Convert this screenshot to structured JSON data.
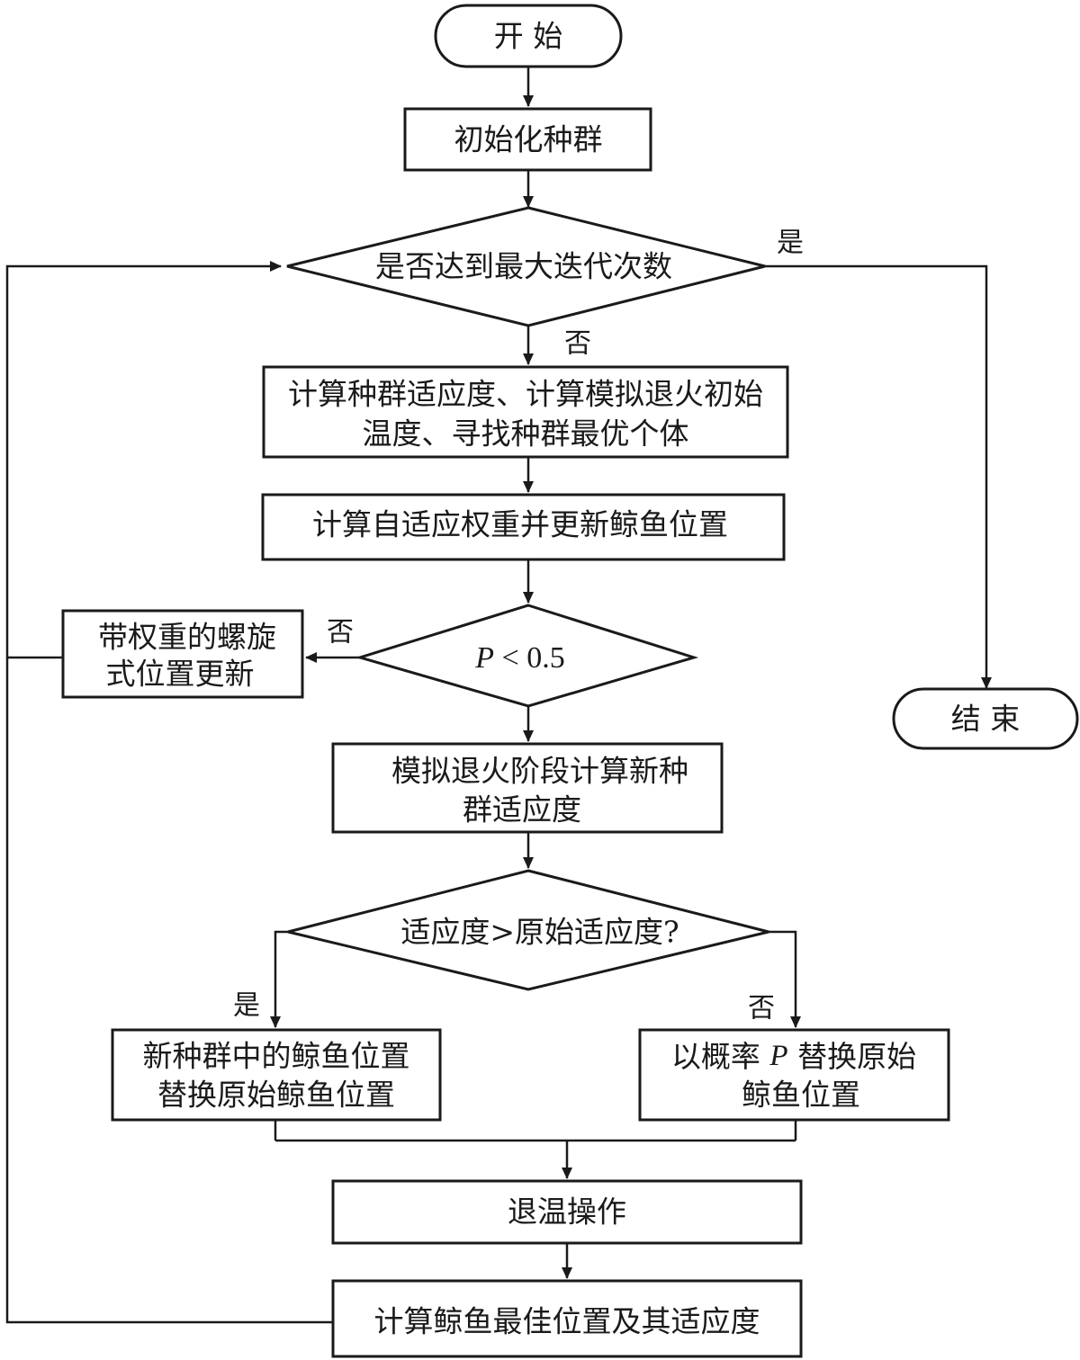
{
  "nodes": {
    "start": "开 始",
    "init": "初始化种群",
    "max_iter": "是否达到最大迭代次数",
    "fitness_line1": "计算种群适应度、计算模拟退火初始",
    "fitness_line2": "温度、寻找种群最优个体",
    "adaptive_weight": "计算自适应权重并更新鲸鱼位置",
    "p_var": "P",
    "p_rest": " < 0.5",
    "spiral_line1": "带权重的螺旋",
    "spiral_line2": "式位置更新",
    "end": "结 束",
    "sa_line1": "模拟退火阶段计算新种",
    "sa_line2": "群适应度",
    "compare": "适应度>原始适应度?",
    "replace_new_line1": "新种群中的鲸鱼位置",
    "replace_new_line2": "替换原始鲸鱼位置",
    "replace_prob_line1_a": "以概率 ",
    "replace_prob_line1_p": "P",
    "replace_prob_line1_b": " 替换原始",
    "replace_prob_line2": "鲸鱼位置",
    "annealing": "退温操作",
    "best": "计算鲸鱼最佳位置及其适应度"
  },
  "edge_labels": {
    "max_yes": "是",
    "max_no": "否",
    "p_no": "否",
    "compare_yes": "是",
    "compare_no": "否"
  },
  "colors": {
    "stroke": "#1a1a1a",
    "background": "#ffffff"
  }
}
